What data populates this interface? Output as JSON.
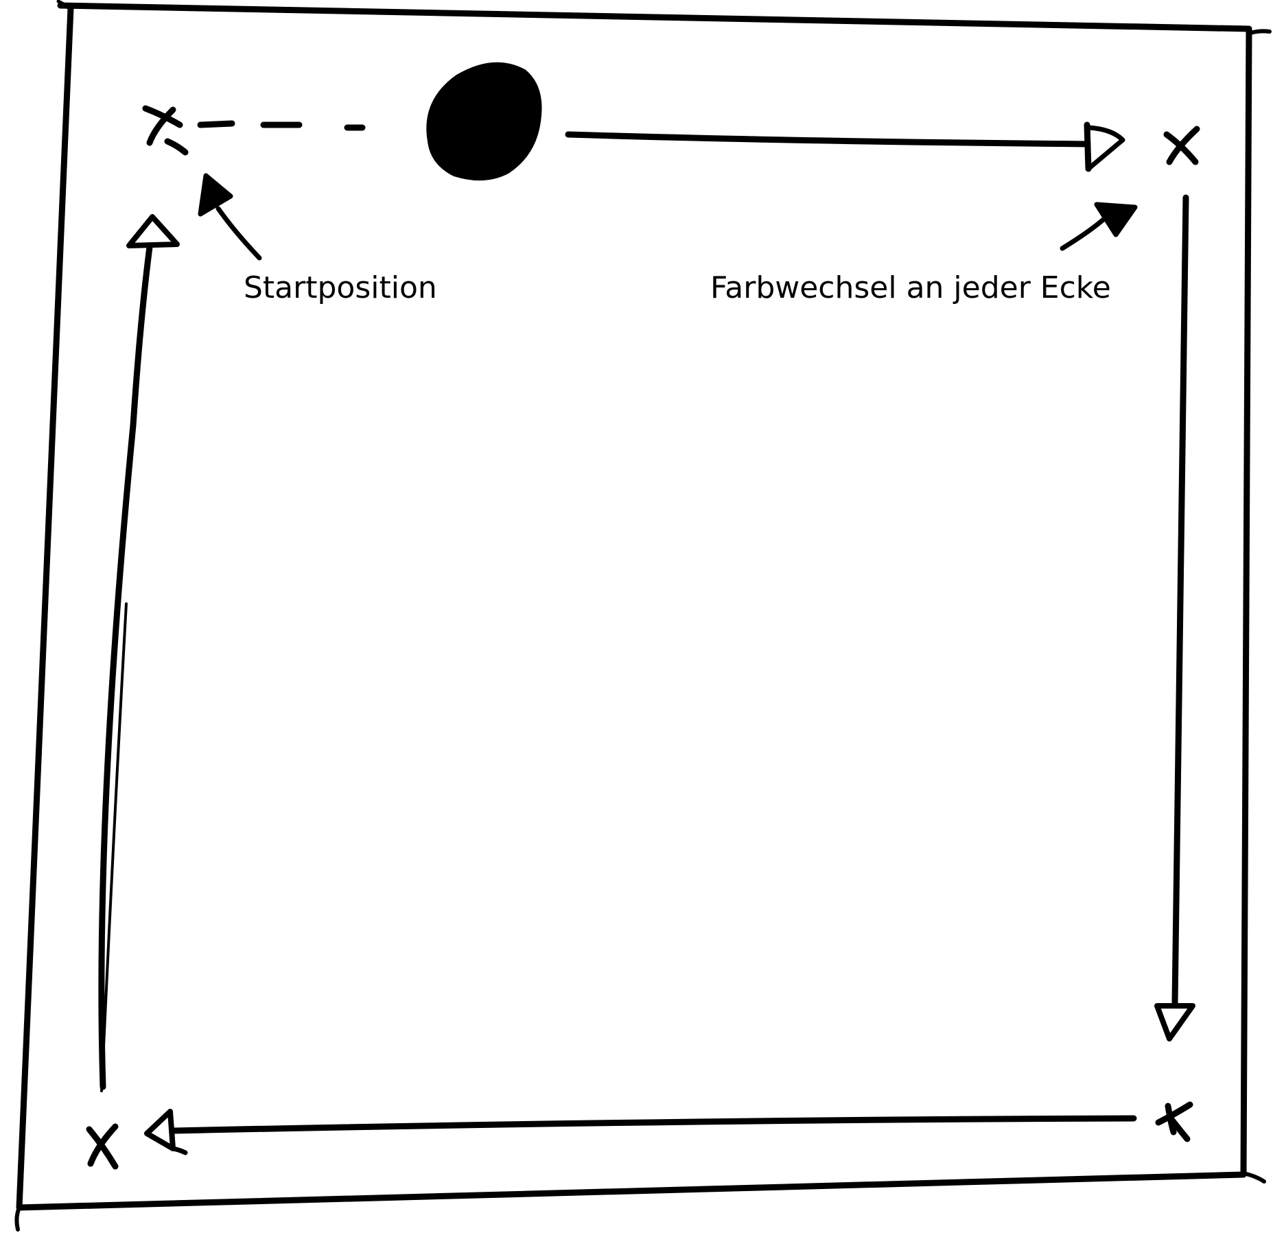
{
  "labels": {
    "start": "Startposition",
    "corner": "Farbwechsel an jeder Ecke"
  },
  "colors": {
    "ink": "#000000",
    "paper": "#ffffff"
  },
  "icons": {
    "corner_marker": "x-mark",
    "player": "filled-circle",
    "direction": "arrow"
  }
}
